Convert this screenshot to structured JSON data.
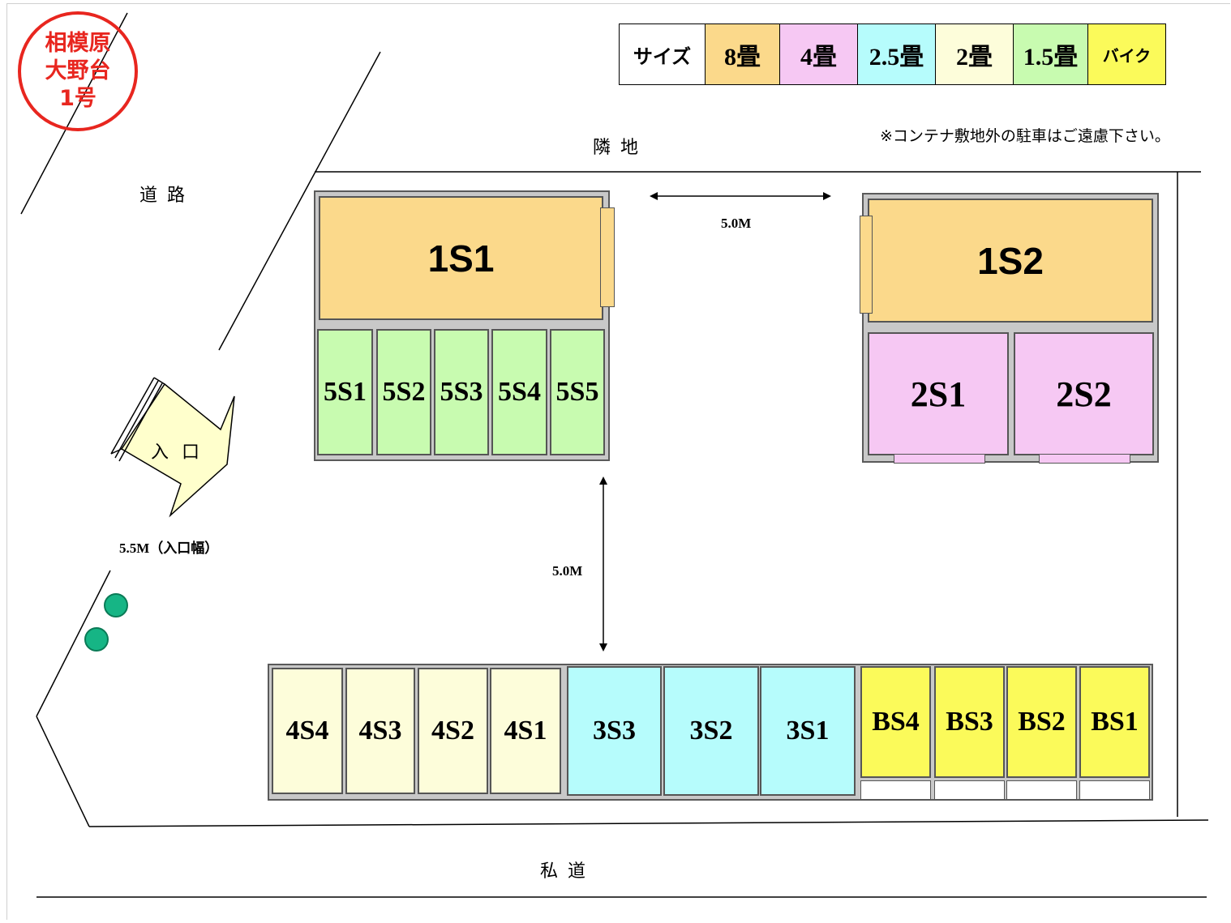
{
  "stamp": {
    "line1": "相模原",
    "line2": "大野台",
    "line3": "1号"
  },
  "legend": [
    {
      "label": "サイズ",
      "color": "#ffffff"
    },
    {
      "label": "8畳",
      "color": "#fbd98b"
    },
    {
      "label": "4畳",
      "color": "#f6c8f3"
    },
    {
      "label": "2.5畳",
      "color": "#b6fcfc"
    },
    {
      "label": "2畳",
      "color": "#fdfdda"
    },
    {
      "label": "1.5畳",
      "color": "#c8fbb0"
    },
    {
      "label": "バイク",
      "color": "#fbfa5a"
    }
  ],
  "labels": {
    "neighbor_land": "隣地",
    "road": "道路",
    "private_road": "私道",
    "entrance": "入口",
    "entrance_width": "5.5M（入口幅）",
    "gap_horizontal": "5.0M",
    "gap_vertical": "5.0M",
    "parking_note": "※コンテナ敷地外の駐車はご遠慮下さい。"
  },
  "units": {
    "s1_large": "1S1",
    "s1_small": [
      "5S1",
      "5S2",
      "5S3",
      "5S4",
      "5S5"
    ],
    "s2_large": "1S2",
    "s2_small": [
      "2S1",
      "2S2"
    ],
    "s4": [
      "4S4",
      "4S3",
      "4S2",
      "4S1"
    ],
    "s3": [
      "3S3",
      "3S2",
      "3S1"
    ],
    "bike": [
      "BS4",
      "BS3",
      "BS2",
      "BS1"
    ]
  }
}
